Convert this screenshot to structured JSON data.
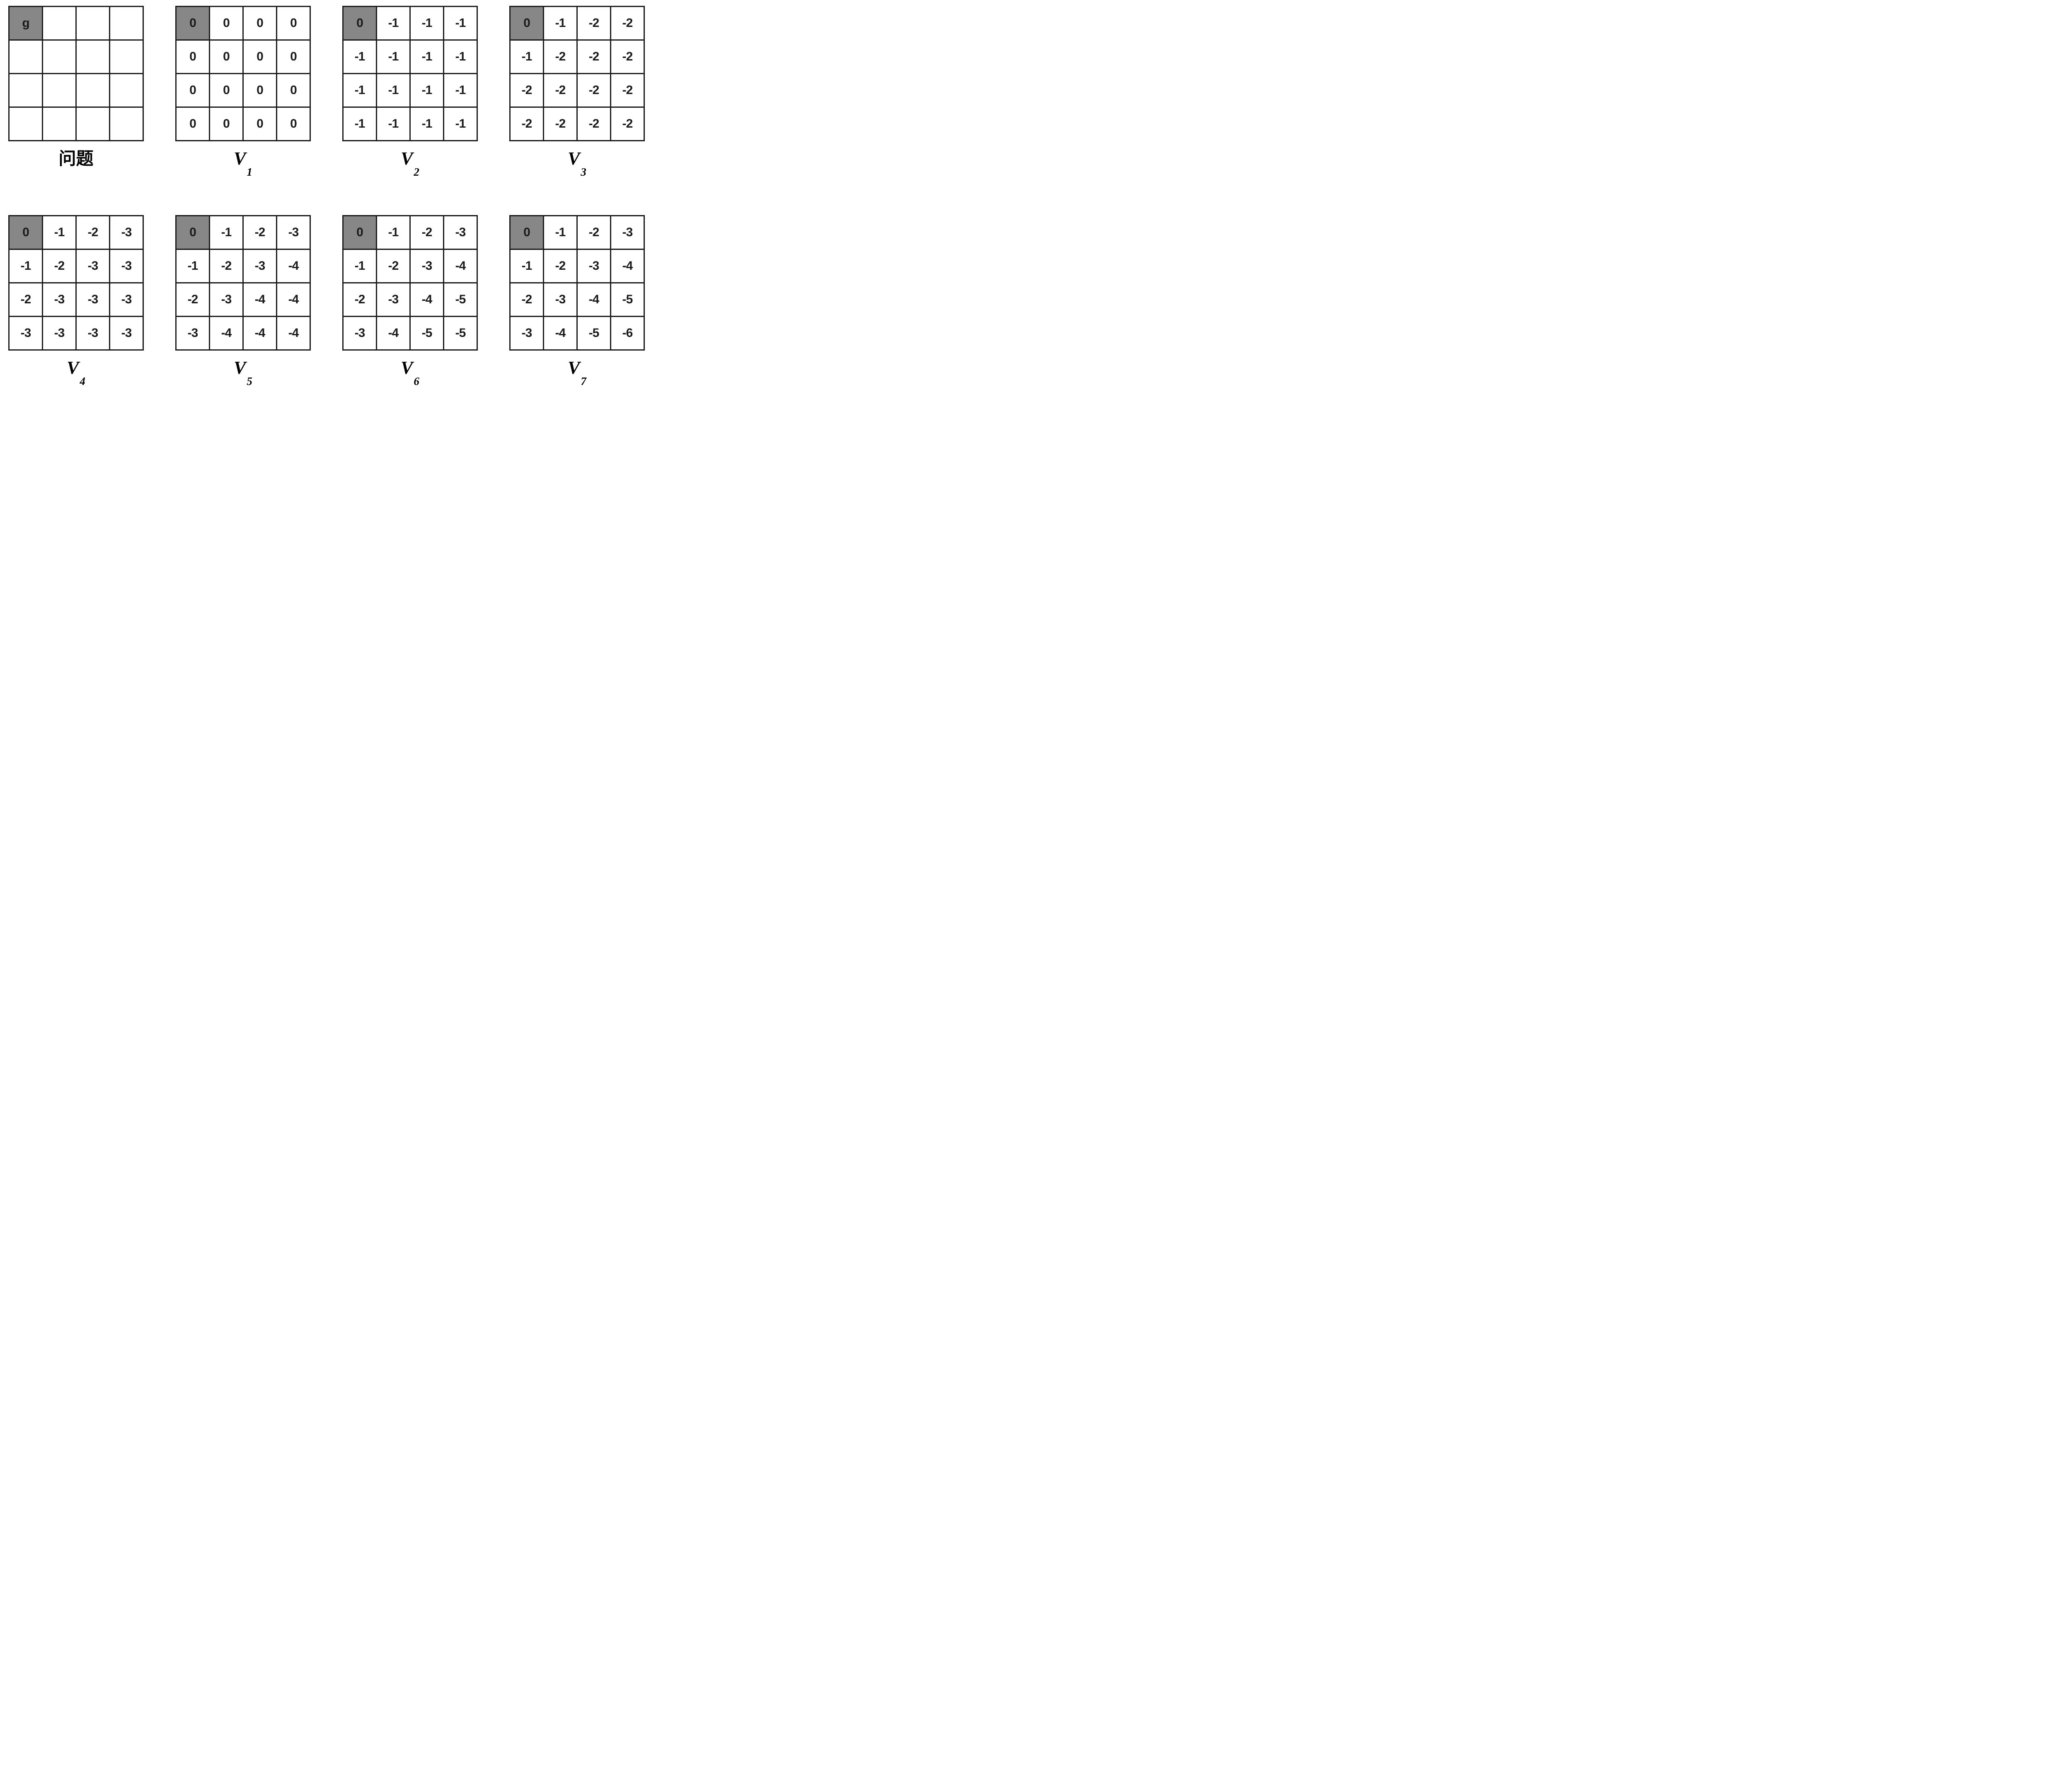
{
  "figure": {
    "description_goal_mark": "g",
    "goal_cell_position": [
      0,
      0
    ]
  },
  "colors": {
    "goal_cell_fill": "#878787",
    "grid_line": "#1a1a1a",
    "cell_fill": "#ffffff",
    "value_text": "#1a1a1a"
  },
  "grids": [
    {
      "id": "problem",
      "label_base": "问题",
      "label_sub": "",
      "rows": [
        [
          "g",
          "",
          "",
          ""
        ],
        [
          "",
          "",
          "",
          ""
        ],
        [
          "",
          "",
          "",
          ""
        ],
        [
          "",
          "",
          "",
          ""
        ]
      ]
    },
    {
      "id": "V1",
      "label_base": "V",
      "label_sub": "1",
      "rows": [
        [
          "0",
          "0",
          "0",
          "0"
        ],
        [
          "0",
          "0",
          "0",
          "0"
        ],
        [
          "0",
          "0",
          "0",
          "0"
        ],
        [
          "0",
          "0",
          "0",
          "0"
        ]
      ]
    },
    {
      "id": "V2",
      "label_base": "V",
      "label_sub": "2",
      "rows": [
        [
          "0",
          "-1",
          "-1",
          "-1"
        ],
        [
          "-1",
          "-1",
          "-1",
          "-1"
        ],
        [
          "-1",
          "-1",
          "-1",
          "-1"
        ],
        [
          "-1",
          "-1",
          "-1",
          "-1"
        ]
      ]
    },
    {
      "id": "V3",
      "label_base": "V",
      "label_sub": "3",
      "rows": [
        [
          "0",
          "-1",
          "-2",
          "-2"
        ],
        [
          "-1",
          "-2",
          "-2",
          "-2"
        ],
        [
          "-2",
          "-2",
          "-2",
          "-2"
        ],
        [
          "-2",
          "-2",
          "-2",
          "-2"
        ]
      ]
    },
    {
      "id": "V4",
      "label_base": "V",
      "label_sub": "4",
      "rows": [
        [
          "0",
          "-1",
          "-2",
          "-3"
        ],
        [
          "-1",
          "-2",
          "-3",
          "-3"
        ],
        [
          "-2",
          "-3",
          "-3",
          "-3"
        ],
        [
          "-3",
          "-3",
          "-3",
          "-3"
        ]
      ]
    },
    {
      "id": "V5",
      "label_base": "V",
      "label_sub": "5",
      "rows": [
        [
          "0",
          "-1",
          "-2",
          "-3"
        ],
        [
          "-1",
          "-2",
          "-3",
          "-4"
        ],
        [
          "-2",
          "-3",
          "-4",
          "-4"
        ],
        [
          "-3",
          "-4",
          "-4",
          "-4"
        ]
      ]
    },
    {
      "id": "V6",
      "label_base": "V",
      "label_sub": "6",
      "rows": [
        [
          "0",
          "-1",
          "-2",
          "-3"
        ],
        [
          "-1",
          "-2",
          "-3",
          "-4"
        ],
        [
          "-2",
          "-3",
          "-4",
          "-5"
        ],
        [
          "-3",
          "-4",
          "-5",
          "-5"
        ]
      ]
    },
    {
      "id": "V7",
      "label_base": "V",
      "label_sub": "7",
      "rows": [
        [
          "0",
          "-1",
          "-2",
          "-3"
        ],
        [
          "-1",
          "-2",
          "-3",
          "-4"
        ],
        [
          "-2",
          "-3",
          "-4",
          "-5"
        ],
        [
          "-3",
          "-4",
          "-5",
          "-6"
        ]
      ]
    }
  ]
}
